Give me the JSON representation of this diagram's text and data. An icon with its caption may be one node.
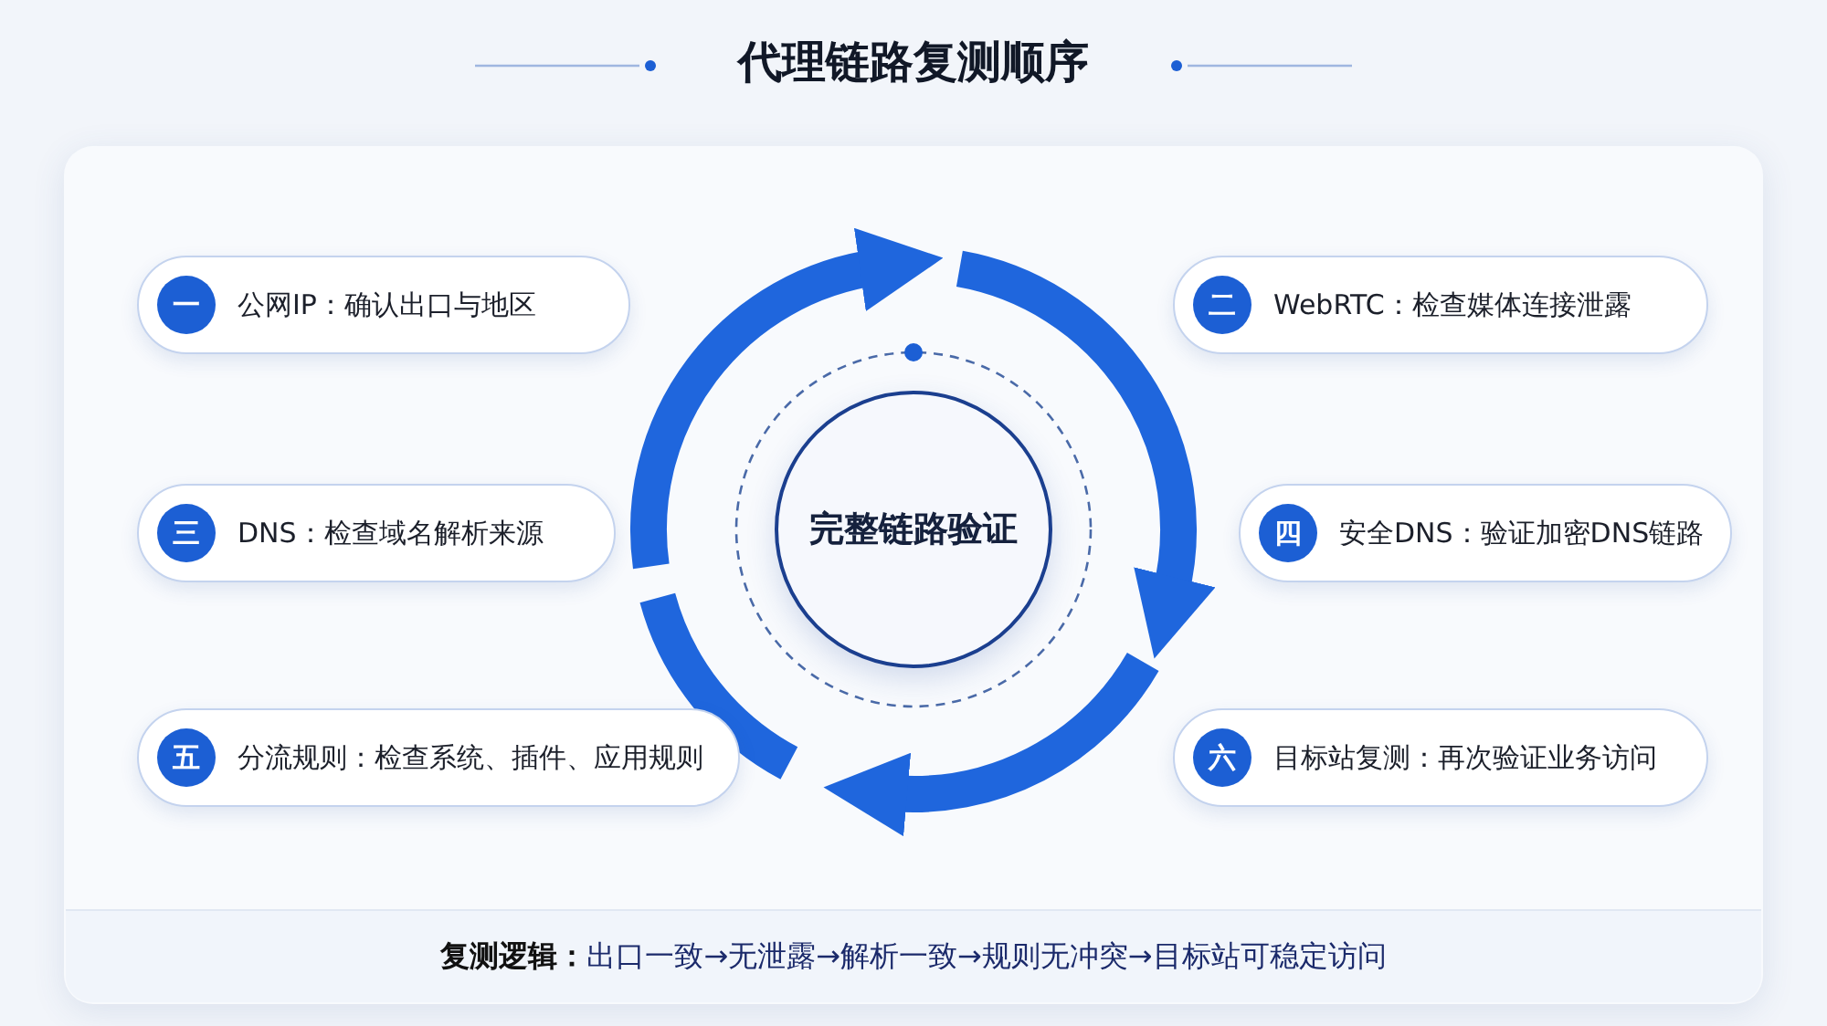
{
  "diagram": {
    "title": "代理链路复测顺序",
    "nodes": [
      {
        "text": [
          "一",
          "公网IP：确认出口与地区"
        ]
      },
      {
        "text": [
          "二",
          "WebRTC：检查媒体连接泄露"
        ]
      },
      {
        "text": [
          "三",
          "DNS：检查域名解析来源"
        ]
      },
      {
        "text": [
          "完整链路验证"
        ]
      },
      {
        "text": [
          "四",
          "安全DNS：验证加密DNS链路"
        ]
      },
      {
        "text": [
          "五",
          "分流规则：检查系统、插件、应用规则"
        ]
      },
      {
        "text": [
          "六",
          "目标站复测：再次验证业务访问"
        ]
      },
      {
        "text": [
          "**复测逻辑：**出口一致→无泄露→解析一致→规则无冲突→目标站可稳定访问"
        ]
      }
    ]
  }
}
